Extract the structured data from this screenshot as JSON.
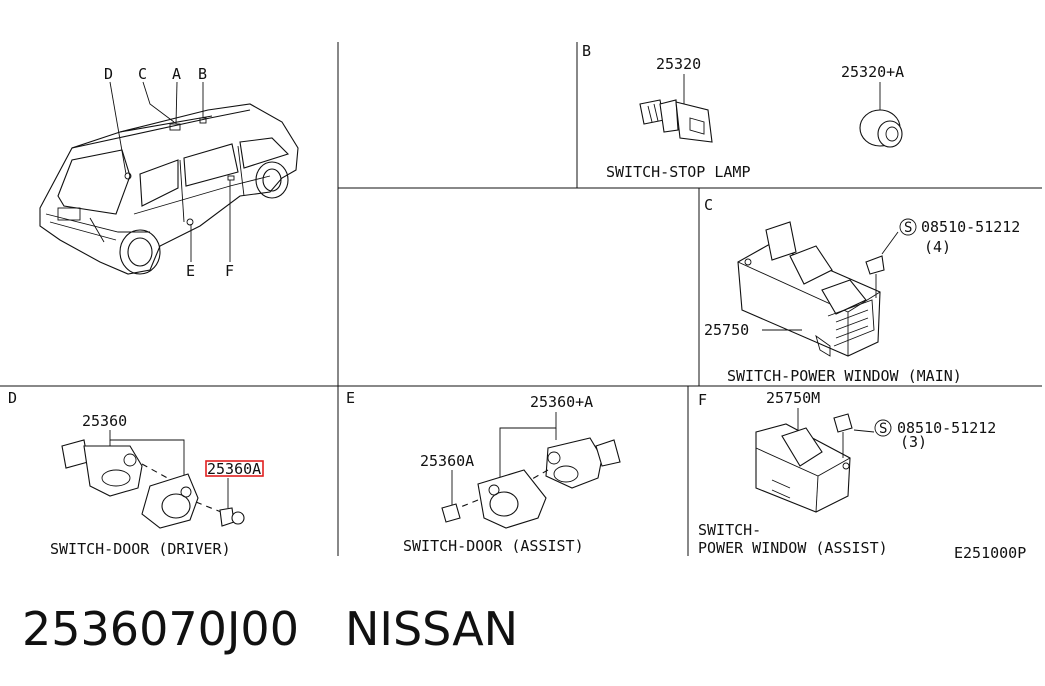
{
  "sections": {
    "B": {
      "letter": "B",
      "part_stop_lamp": "25320",
      "part_stop_lamp_a": "25320+A",
      "title": "SWITCH-STOP LAMP"
    },
    "C": {
      "letter": "C",
      "screw_part": "08510-51212",
      "screw_qty": "(4)",
      "part_main": "25750",
      "title": "SWITCH-POWER WINDOW (MAIN)"
    },
    "D": {
      "letter": "D",
      "part_switch": "25360",
      "part_highlighted": "25360A",
      "title": "SWITCH-DOOR (DRIVER)"
    },
    "E": {
      "letter": "E",
      "part_assist_a": "25360+A",
      "part_assist": "25360A",
      "title": "SWITCH-DOOR (ASSIST)"
    },
    "F": {
      "letter": "F",
      "part_assist_window": "25750M",
      "screw_part": "08510-51212",
      "screw_qty": "(3)",
      "title_line1": "SWITCH-",
      "title_line2": "POWER WINDOW (ASSIST)"
    }
  },
  "vehicle_callouts": [
    "D",
    "C",
    "A",
    "B",
    "E",
    "F"
  ],
  "screw_symbol": "S",
  "diagram_code": "E251000P",
  "highlight_color": "#e02020",
  "caption": {
    "part_number": "2536070J00",
    "brand": "NISSAN"
  }
}
